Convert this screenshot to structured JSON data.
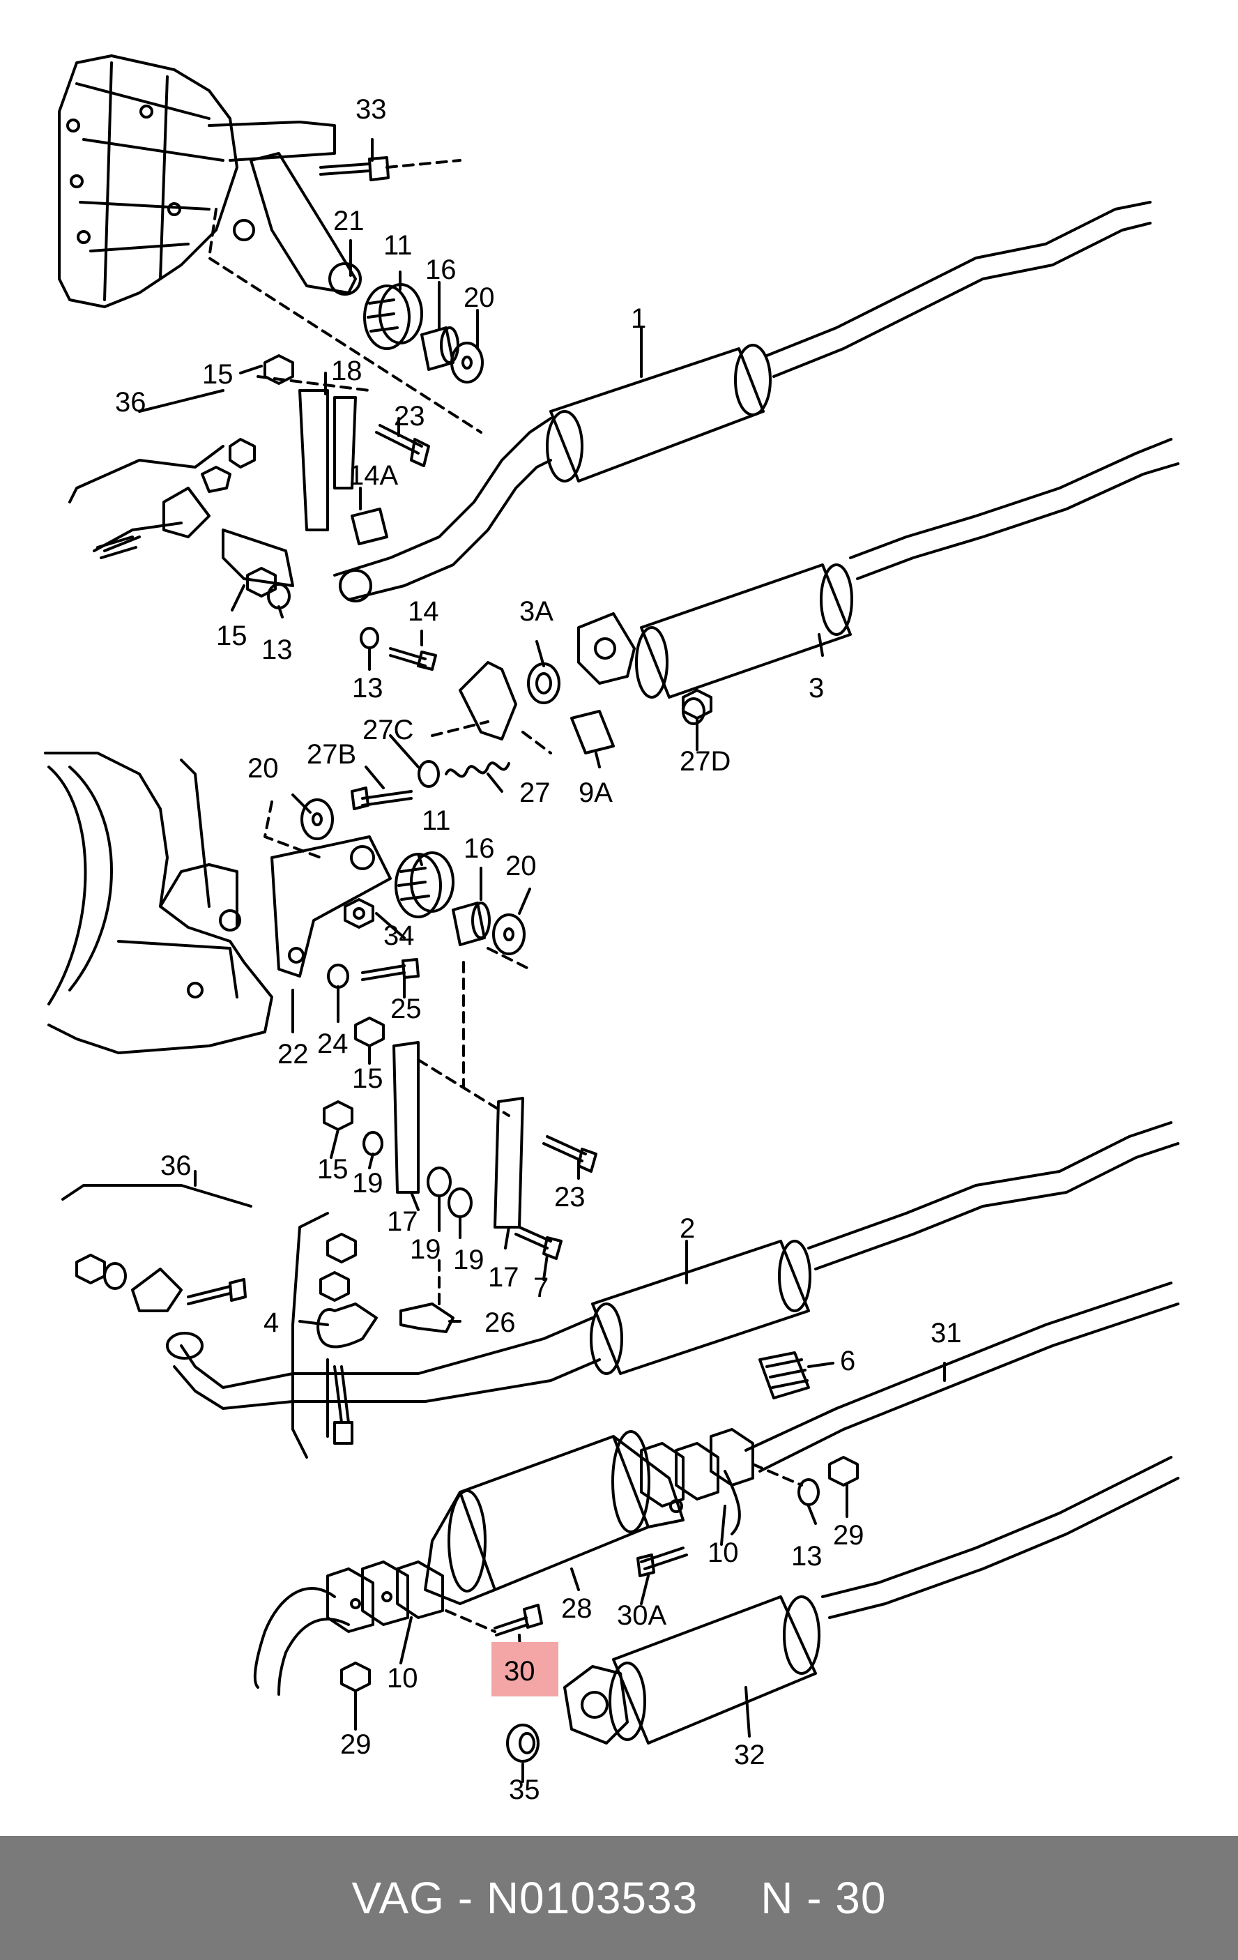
{
  "highlight_color": "#f4a5a5",
  "footer_bg": "#7a7a7a",
  "footer": {
    "part_number": "VAG - N0103533",
    "callout": "N - 30"
  },
  "labels": [
    {
      "id": "33",
      "text": "33"
    },
    {
      "id": "21",
      "text": "21"
    },
    {
      "id": "11a",
      "text": "11"
    },
    {
      "id": "16a",
      "text": "16"
    },
    {
      "id": "20a",
      "text": "20"
    },
    {
      "id": "1",
      "text": "1"
    },
    {
      "id": "15a",
      "text": "15"
    },
    {
      "id": "18",
      "text": "18"
    },
    {
      "id": "36a",
      "text": "36"
    },
    {
      "id": "23a",
      "text": "23"
    },
    {
      "id": "14A",
      "text": "14A"
    },
    {
      "id": "15b",
      "text": "15"
    },
    {
      "id": "13a",
      "text": "13"
    },
    {
      "id": "14",
      "text": "14"
    },
    {
      "id": "3A",
      "text": "3A"
    },
    {
      "id": "13b",
      "text": "13"
    },
    {
      "id": "3",
      "text": "3"
    },
    {
      "id": "27C",
      "text": "27C"
    },
    {
      "id": "20b",
      "text": "20"
    },
    {
      "id": "27B",
      "text": "27B"
    },
    {
      "id": "27",
      "text": "27"
    },
    {
      "id": "9A",
      "text": "9A"
    },
    {
      "id": "27D",
      "text": "27D"
    },
    {
      "id": "11b",
      "text": "11"
    },
    {
      "id": "16b",
      "text": "16"
    },
    {
      "id": "20c",
      "text": "20"
    },
    {
      "id": "34",
      "text": "34"
    },
    {
      "id": "25",
      "text": "25"
    },
    {
      "id": "22",
      "text": "22"
    },
    {
      "id": "24",
      "text": "24"
    },
    {
      "id": "15c",
      "text": "15"
    },
    {
      "id": "15d",
      "text": "15"
    },
    {
      "id": "19a",
      "text": "19"
    },
    {
      "id": "23b",
      "text": "23"
    },
    {
      "id": "36b",
      "text": "36"
    },
    {
      "id": "17a",
      "text": "17"
    },
    {
      "id": "19b",
      "text": "19"
    },
    {
      "id": "19c",
      "text": "19"
    },
    {
      "id": "17b",
      "text": "17"
    },
    {
      "id": "7",
      "text": "7"
    },
    {
      "id": "2",
      "text": "2"
    },
    {
      "id": "4",
      "text": "4"
    },
    {
      "id": "26",
      "text": "26"
    },
    {
      "id": "31",
      "text": "31"
    },
    {
      "id": "6",
      "text": "6"
    },
    {
      "id": "10a",
      "text": "10"
    },
    {
      "id": "13c",
      "text": "13"
    },
    {
      "id": "29a",
      "text": "29"
    },
    {
      "id": "28",
      "text": "28"
    },
    {
      "id": "30A",
      "text": "30A"
    },
    {
      "id": "10b",
      "text": "10"
    },
    {
      "id": "30",
      "text": "30"
    },
    {
      "id": "29b",
      "text": "29"
    },
    {
      "id": "32",
      "text": "32"
    },
    {
      "id": "35",
      "text": "35"
    }
  ]
}
